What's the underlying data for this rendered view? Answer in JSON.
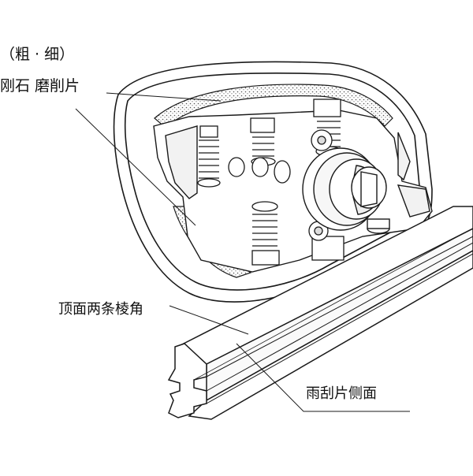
{
  "labels": {
    "grit": "（粗 · 细）",
    "diamond_pad": "刚石 磨削片",
    "top_edges": "顶面两条棱角",
    "blade_side": "雨刮片侧面"
  },
  "colors": {
    "line": "#1a1a1a",
    "fill": "#ffffff",
    "shade": "#f2f2f2",
    "stipple": "#555555"
  }
}
